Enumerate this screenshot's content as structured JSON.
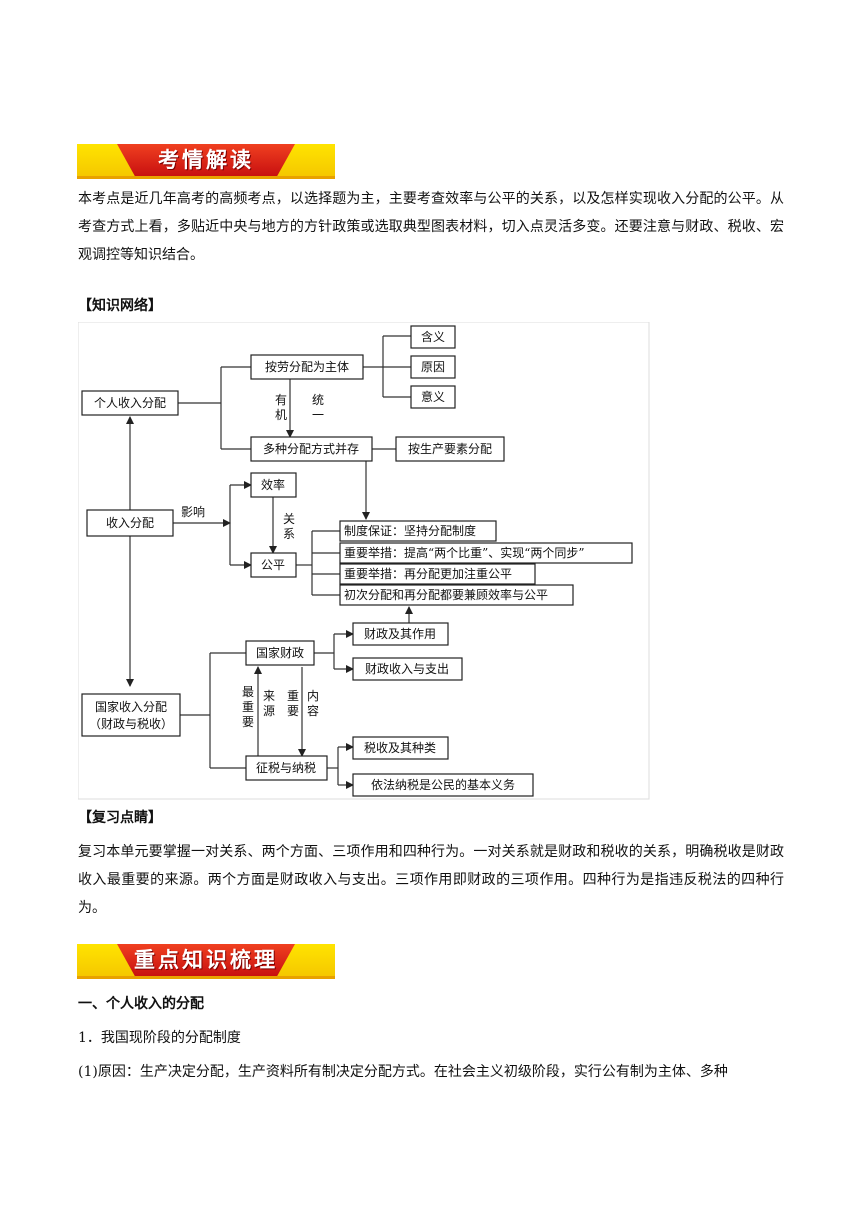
{
  "banners": {
    "kaoqing": "考情解读",
    "zhongdian": "重点知识梳理"
  },
  "intro": "本考点是近几年高考的高频考点，以选择题为主，主要考查效率与公平的关系，以及怎样实现收入分配的公平。从考查方式上看，多贴近中央与地方的方针政策或选取典型图表材料，切入点灵活多变。还要注意与财政、税收、宏观调控等知识结合。",
  "network_heading": "【知识网络】",
  "diagram": {
    "geren": "个人收入分配",
    "anlao": "按劳分配为主体",
    "hanyi": "含义",
    "yuanyin": "原因",
    "yiyi": "意义",
    "youji_1": "有",
    "youji_2": "机",
    "tongyi_1": "统",
    "tongyi_2": "一",
    "duozhong": "多种分配方式并存",
    "anshengchan": "按生产要素分配",
    "xiaolv": "效率",
    "shouru": "收入分配",
    "yingxiang": "影响",
    "guanxi_1": "关",
    "guanxi_2": "系",
    "gongping": "公平",
    "zhidu": "制度保证：坚持分配制度",
    "jucuo1": "重要举措：提高“两个比重”、实现“两个同步”",
    "jucuo2": "重要举措：再分配更加注重公平",
    "chuci": "初次分配和再分配都要兼顾效率与公平",
    "guojia_caizheng": "国家财政",
    "caizheng_zuoyong": "财政及其作用",
    "caizheng_shouzhi": "财政收入与支出",
    "guojia_shouru_1": "国家收入分配",
    "guojia_shouru_2": "（财政与税收）",
    "zui_1": "最",
    "zui_2": "重",
    "zui_3": "要",
    "lai_1": "来",
    "lai_2": "源",
    "zhong_1": "重",
    "zhong_2": "要",
    "nei_1": "内",
    "nei_2": "容",
    "zhengshui": "征税与纳税",
    "shuishou": "税收及其种类",
    "yifa": "依法纳税是公民的基本义务"
  },
  "review_heading": "【复习点睛】",
  "review": "复习本单元要掌握一对关系、两个方面、三项作用和四种行为。一对关系就是财政和税收的关系，明确税收是财政收入最重要的来源。两个方面是财政收入与支出。三项作用即财政的三项作用。四种行为是指违反税法的四种行为。",
  "section_title": "一、个人收入的分配",
  "item1": "1．我国现阶段的分配制度",
  "item1_1": "(1)原因：生产决定分配，生产资料所有制决定分配方式。在社会主义初级阶段，实行公有制为主体、多种"
}
